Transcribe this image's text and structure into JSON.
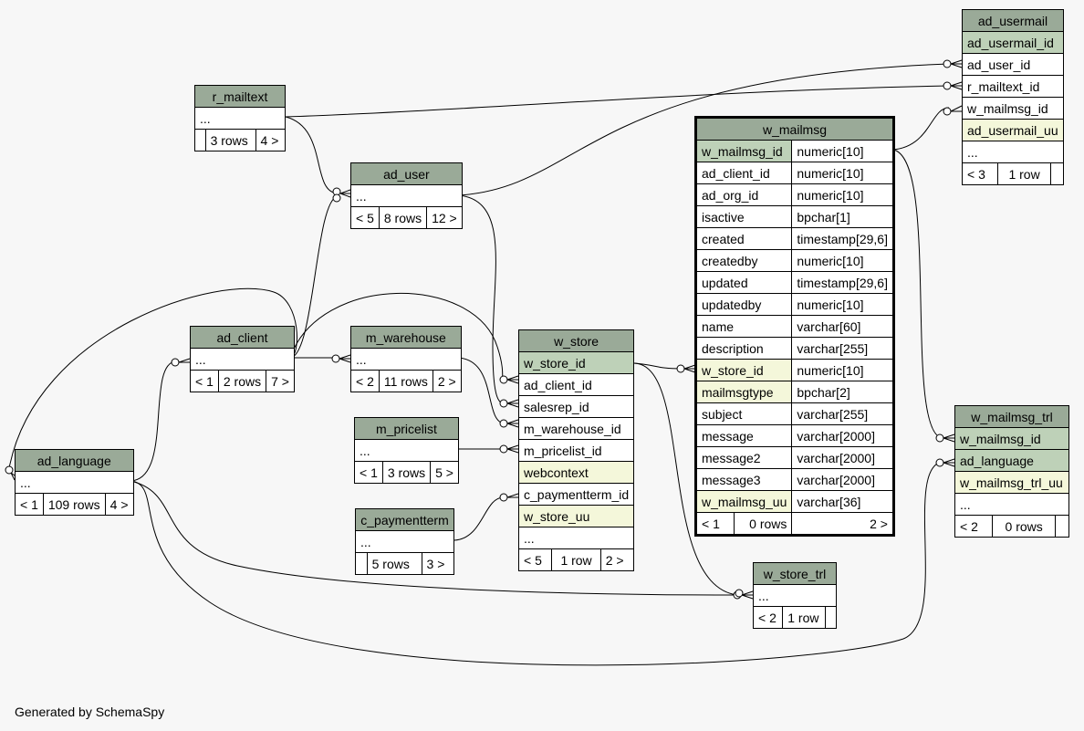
{
  "footer": "Generated by SchemaSpy",
  "tables": {
    "ad_usermail": {
      "name": "ad_usermail",
      "rows": [
        {
          "col": "ad_usermail_id",
          "kind": "pk"
        },
        {
          "col": "ad_user_id",
          "kind": ""
        },
        {
          "col": "r_mailtext_id",
          "kind": ""
        },
        {
          "col": "w_mailmsg_id",
          "kind": ""
        },
        {
          "col": "ad_usermail_uu",
          "kind": "idx"
        },
        {
          "col": "...",
          "kind": ""
        }
      ],
      "footer": [
        "< 3",
        "1 row",
        ""
      ]
    },
    "r_mailtext": {
      "name": "r_mailtext",
      "body": "...",
      "footer": [
        "",
        "3 rows",
        "4 >"
      ]
    },
    "ad_user": {
      "name": "ad_user",
      "body": "...",
      "footer": [
        "< 5",
        "8 rows",
        "12 >"
      ]
    },
    "ad_client": {
      "name": "ad_client",
      "body": "...",
      "footer": [
        "< 1",
        "2 rows",
        "7 >"
      ]
    },
    "m_warehouse": {
      "name": "m_warehouse",
      "body": "...",
      "footer": [
        "< 2",
        "11 rows",
        "2 >"
      ]
    },
    "ad_language": {
      "name": "ad_language",
      "body": "...",
      "footer": [
        "< 1",
        "109 rows",
        "4 >"
      ]
    },
    "m_pricelist": {
      "name": "m_pricelist",
      "body": "...",
      "footer": [
        "< 1",
        "3 rows",
        "5 >"
      ]
    },
    "c_paymentterm": {
      "name": "c_paymentterm",
      "body": "...",
      "footer": [
        "",
        "5 rows",
        "3 >"
      ]
    },
    "w_store": {
      "name": "w_store",
      "rows": [
        {
          "col": "w_store_id",
          "kind": "pk"
        },
        {
          "col": "ad_client_id",
          "kind": ""
        },
        {
          "col": "salesrep_id",
          "kind": ""
        },
        {
          "col": "m_warehouse_id",
          "kind": ""
        },
        {
          "col": "m_pricelist_id",
          "kind": ""
        },
        {
          "col": "webcontext",
          "kind": "idx"
        },
        {
          "col": "c_paymentterm_id",
          "kind": ""
        },
        {
          "col": "w_store_uu",
          "kind": "idx"
        },
        {
          "col": "...",
          "kind": ""
        }
      ],
      "footer": [
        "< 5",
        "1 row",
        "2 >"
      ]
    },
    "w_mailmsg": {
      "name": "w_mailmsg",
      "rows": [
        {
          "col": "w_mailmsg_id",
          "type": "numeric[10]",
          "kind": "pk"
        },
        {
          "col": "ad_client_id",
          "type": "numeric[10]",
          "kind": ""
        },
        {
          "col": "ad_org_id",
          "type": "numeric[10]",
          "kind": ""
        },
        {
          "col": "isactive",
          "type": "bpchar[1]",
          "kind": ""
        },
        {
          "col": "created",
          "type": "timestamp[29,6]",
          "kind": ""
        },
        {
          "col": "createdby",
          "type": "numeric[10]",
          "kind": ""
        },
        {
          "col": "updated",
          "type": "timestamp[29,6]",
          "kind": ""
        },
        {
          "col": "updatedby",
          "type": "numeric[10]",
          "kind": ""
        },
        {
          "col": "name",
          "type": "varchar[60]",
          "kind": ""
        },
        {
          "col": "description",
          "type": "varchar[255]",
          "kind": ""
        },
        {
          "col": "w_store_id",
          "type": "numeric[10]",
          "kind": "idx"
        },
        {
          "col": "mailmsgtype",
          "type": "bpchar[2]",
          "kind": "idx"
        },
        {
          "col": "subject",
          "type": "varchar[255]",
          "kind": ""
        },
        {
          "col": "message",
          "type": "varchar[2000]",
          "kind": ""
        },
        {
          "col": "message2",
          "type": "varchar[2000]",
          "kind": ""
        },
        {
          "col": "message3",
          "type": "varchar[2000]",
          "kind": ""
        },
        {
          "col": "w_mailmsg_uu",
          "type": "varchar[36]",
          "kind": "idx"
        }
      ],
      "footer": [
        "< 1",
        "0 rows",
        "2 >"
      ]
    },
    "w_mailmsg_trl": {
      "name": "w_mailmsg_trl",
      "rows": [
        {
          "col": "w_mailmsg_id",
          "kind": "pk"
        },
        {
          "col": "ad_language",
          "kind": "pk"
        },
        {
          "col": "w_mailmsg_trl_uu",
          "kind": "idx"
        },
        {
          "col": "...",
          "kind": ""
        }
      ],
      "footer": [
        "< 2",
        "0 rows",
        ""
      ]
    },
    "w_store_trl": {
      "name": "w_store_trl",
      "body": "...",
      "footer": [
        "< 2",
        "1 row",
        ""
      ]
    }
  }
}
